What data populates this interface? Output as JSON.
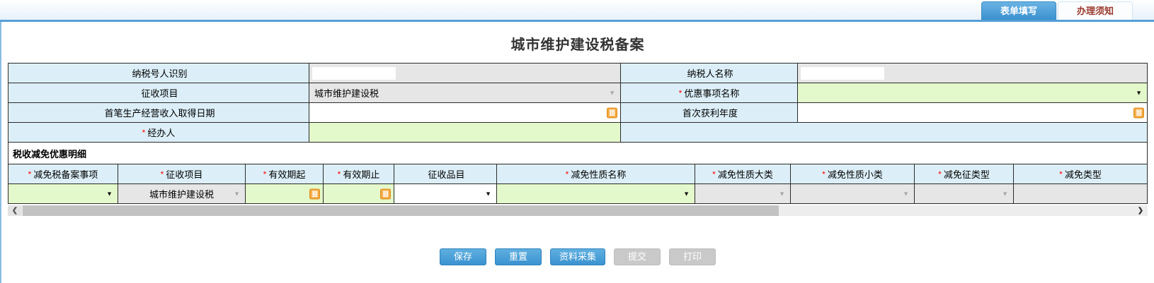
{
  "tabs": {
    "form_fill": "表单填写",
    "notice": "办理须知"
  },
  "title": "城市维护建设税备案",
  "main_form": {
    "taxpayer_id": {
      "label": "纳税号人识别",
      "req": "",
      "value": ""
    },
    "taxpayer_name": {
      "label": "纳税人名称",
      "req": "",
      "value": ""
    },
    "collection_item": {
      "label": "征收项目",
      "req": "",
      "value": "城市维护建设税"
    },
    "preferential_item": {
      "label": "优惠事项名称",
      "req": "*",
      "value": ""
    },
    "first_income_date": {
      "label": "首笔生产经营收入取得日期",
      "req": "",
      "value": ""
    },
    "first_profit_year": {
      "label": "首次获利年度",
      "req": "",
      "value": ""
    },
    "handler": {
      "label": "经办人",
      "req": "*",
      "value": ""
    }
  },
  "detail": {
    "section_title": "税收减免优惠明细",
    "columns": [
      {
        "label": "减免税备案事项",
        "req": "*"
      },
      {
        "label": "征收项目",
        "req": "*"
      },
      {
        "label": "有效期起",
        "req": "*"
      },
      {
        "label": "有效期止",
        "req": "*"
      },
      {
        "label": "征收品目",
        "req": ""
      },
      {
        "label": "减免性质名称",
        "req": "*"
      },
      {
        "label": "减免性质大类",
        "req": "*"
      },
      {
        "label": "减免性质小类",
        "req": "*"
      },
      {
        "label": "减免征类型",
        "req": "*"
      },
      {
        "label": "减免类型",
        "req": "*"
      }
    ],
    "row": {
      "filing_item": "",
      "collection_item": "城市维护建设税",
      "valid_from": "",
      "valid_to": "",
      "collection_subitem": "",
      "nature_name": "",
      "nature_major": "",
      "nature_minor": "",
      "levy_type": "",
      "reduction_type": ""
    }
  },
  "buttons": {
    "save": "保存",
    "reset": "重置",
    "collect": "资料采集",
    "submit": "提交",
    "print": "打印"
  },
  "icons": {
    "dropdown_arrow": "▼",
    "calendar": "calendar-icon",
    "scroll_left_arrow": "❮",
    "scroll_right_arrow": "❯"
  },
  "colors": {
    "accent_blue": "#3a92d0",
    "tab_line_blue": "#569fd8",
    "label_bg": "#dceff8",
    "editable_green": "#e4f9cb",
    "disabled_gray": "#e6e6e6",
    "required_red": "#ff0000",
    "calendar_orange": "#f5a93f",
    "inactive_tab_text": "#9b3a2e"
  }
}
